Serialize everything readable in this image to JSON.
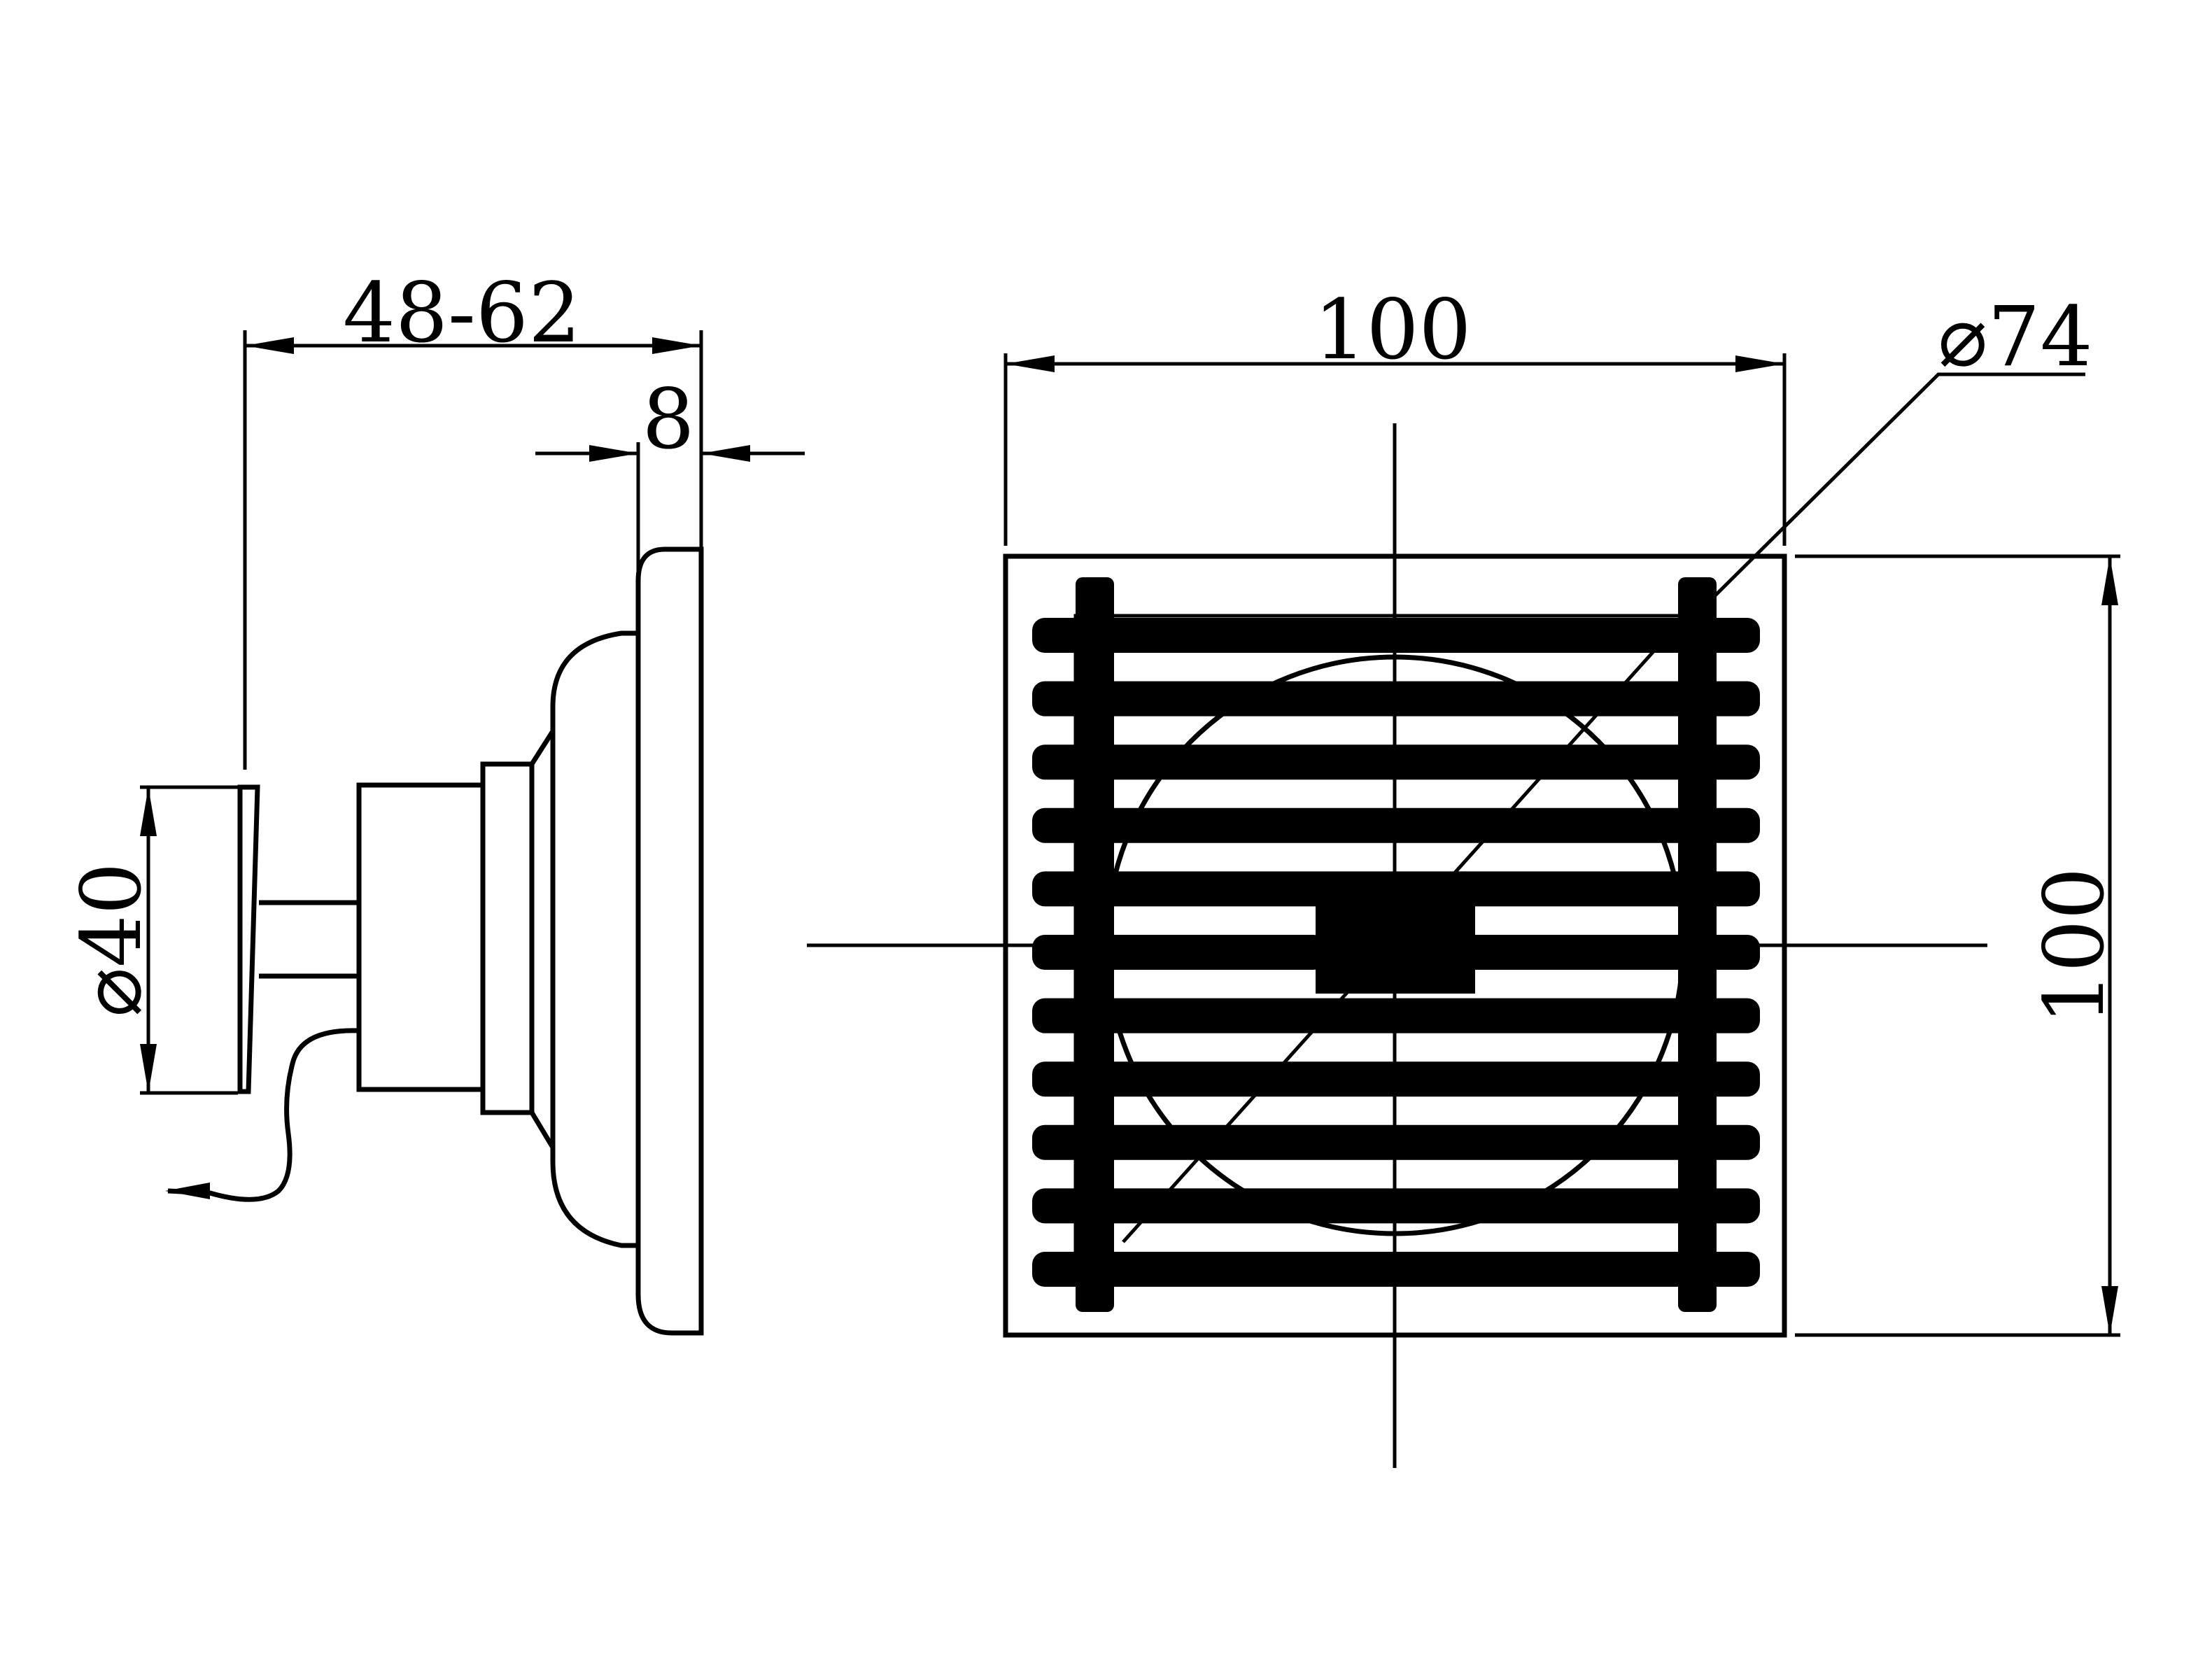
{
  "drawing": {
    "line_color": "#000000",
    "background": "#ffffff"
  },
  "side_view": {
    "overall_length_label": "48-62",
    "flange_thickness_label": "8",
    "outlet_diameter_label": "⌀40"
  },
  "top_view": {
    "width_label": "100",
    "height_label": "100",
    "body_diameter_label": "⌀74"
  }
}
